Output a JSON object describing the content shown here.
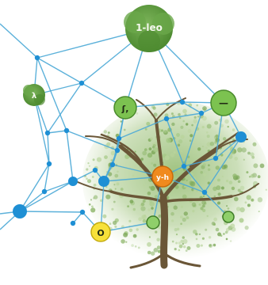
{
  "diagram": {
    "colors": {
      "edge": "#4aa8d6",
      "node_blue": "#1e8fd4",
      "node_green": "#7cc250",
      "node_orange": "#f08a1e",
      "node_yellow": "#f7e13a",
      "tree_canopy": "#9fbe7a",
      "tree_trunk": "#6a5637",
      "bush": "#5e9b3c"
    },
    "labels": {
      "top_bush": "1-leo",
      "left_bush": "λ",
      "center_green": "ʃ,",
      "right_green": "—",
      "orange_node": "y-h",
      "yellow_node": "O"
    }
  }
}
